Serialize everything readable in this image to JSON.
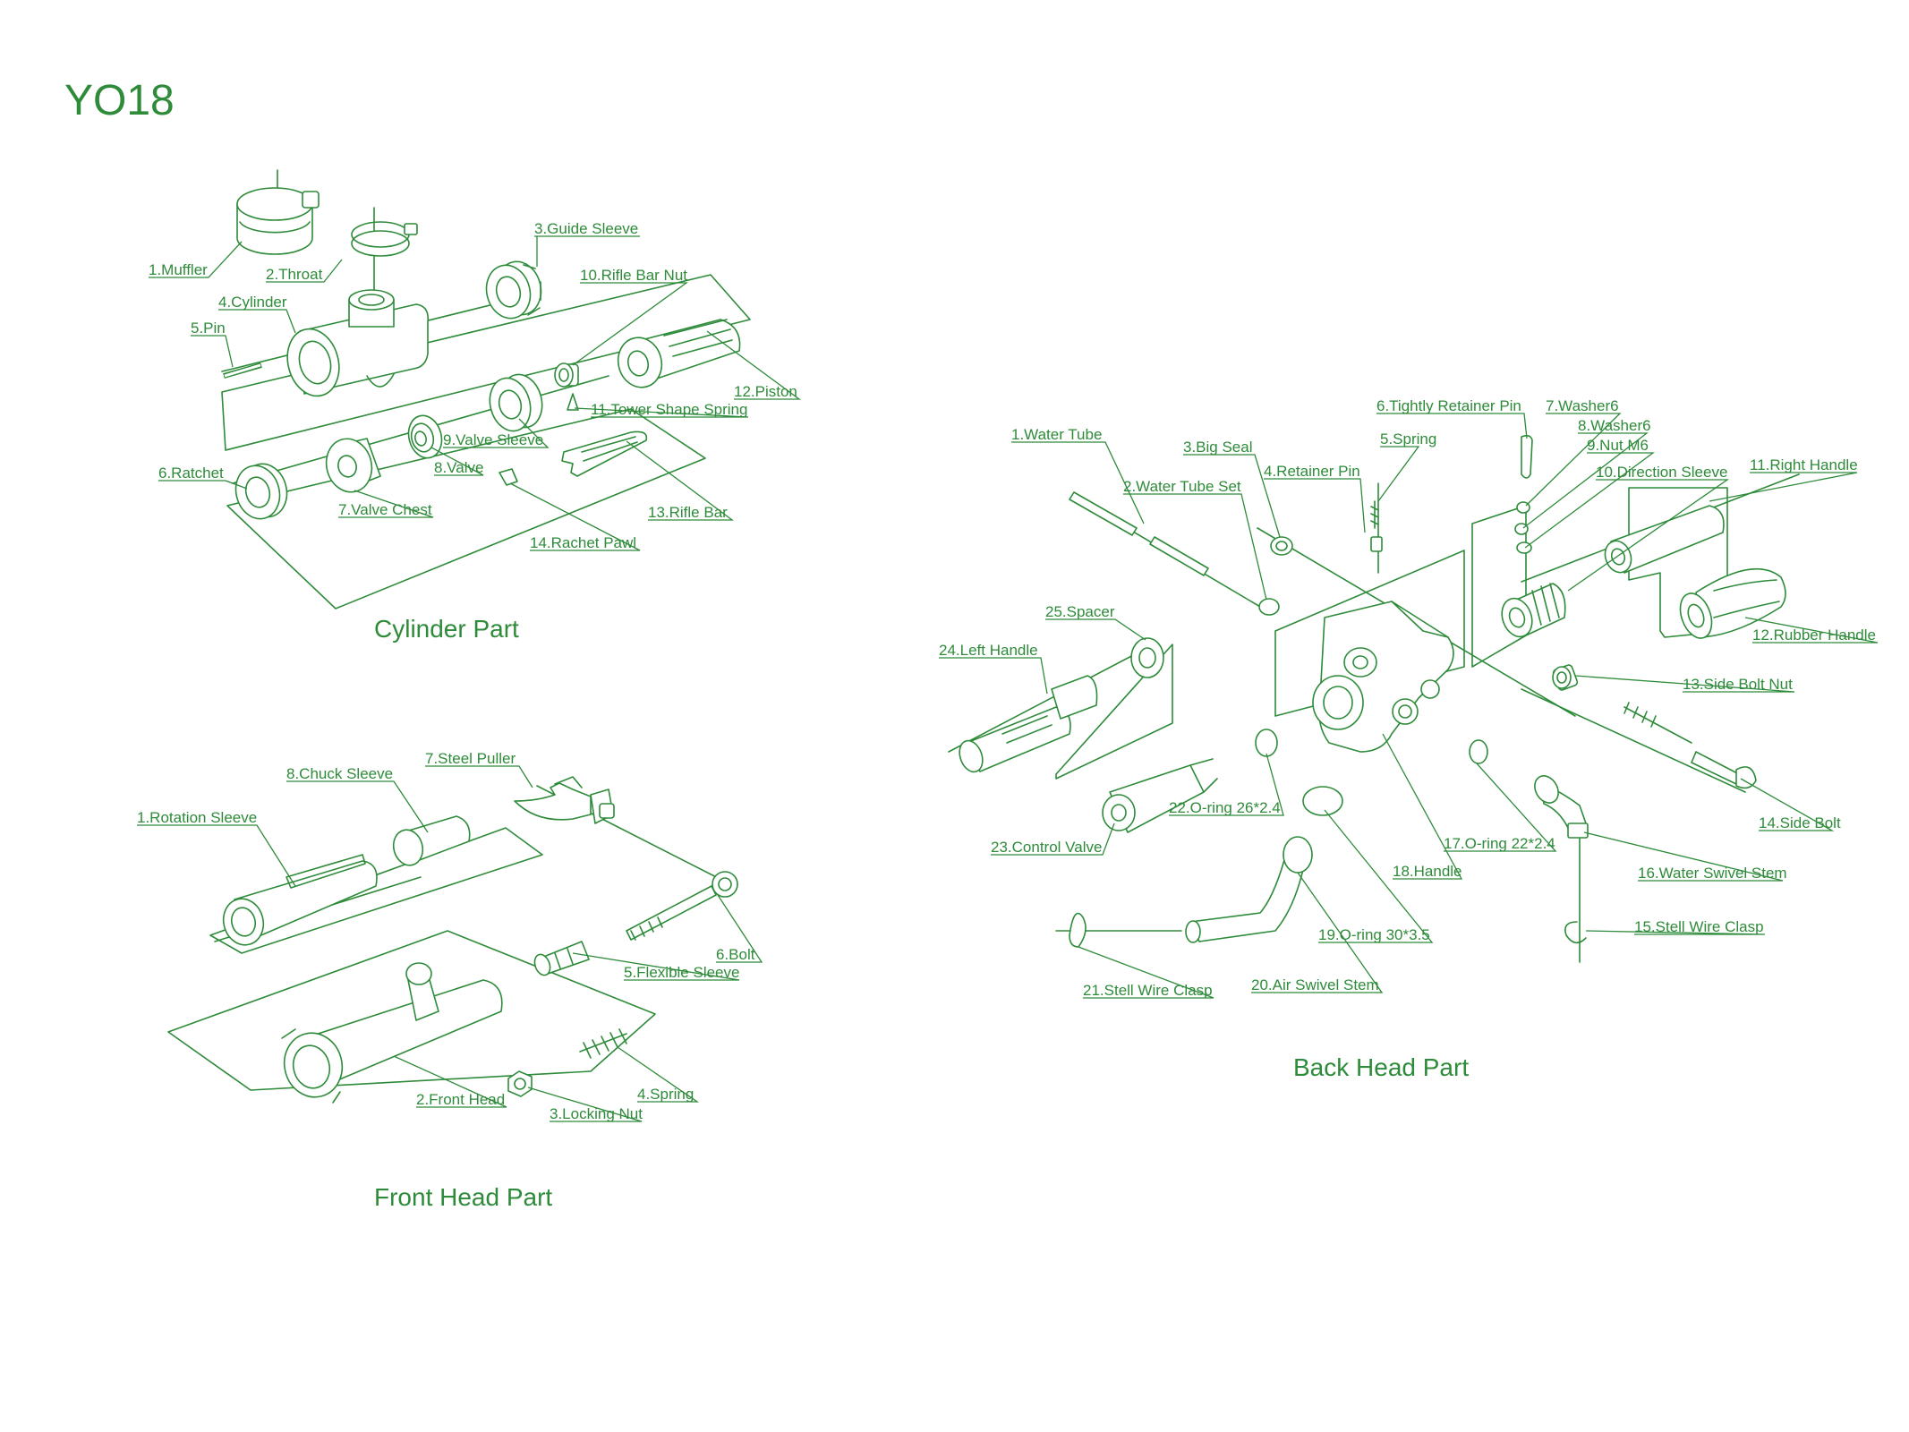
{
  "title": "YO18",
  "colors": {
    "line": "#2e8b3a",
    "background": "#ffffff"
  },
  "sections": {
    "cylinder": {
      "title": "Cylinder Part",
      "labels": [
        "1.Muffler",
        "2.Throat",
        "3.Guide Sleeve",
        "4.Cylinder",
        "5.Pin",
        "6.Ratchet",
        "7.Valve Chest",
        "8.Valve",
        "9.Valve Sleeve",
        "10.Rifle Bar Nut",
        "11.Tower Shape Spring",
        "12.Piston",
        "13.Rifle Bar",
        "14.Rachet Pawl"
      ]
    },
    "front_head": {
      "title": "Front Head Part",
      "labels": [
        "1.Rotation Sleeve",
        "2.Front Head",
        "3.Locking Nut",
        "4.Spring",
        "5.Flexible Sleeve",
        "6.Bolt",
        "7.Steel Puller",
        "8.Chuck Sleeve"
      ]
    },
    "back_head": {
      "title": "Back Head Part",
      "labels": [
        "1.Water Tube",
        "2.Water Tube Set",
        "3.Big Seal",
        "4.Retainer Pin",
        "5.Spring",
        "6.Tightly Retainer Pin",
        "7.Washer6",
        "8.Washer6",
        "9.Nut M6",
        "10.Direction Sleeve",
        "11.Right Handle",
        "12.Rubber Handle",
        "13.Side Bolt Nut",
        "14.Side Bolt",
        "15.Stell Wire Clasp",
        "16.Water Swivel Stem",
        "17.O-ring 22*2.4",
        "18.Handle",
        "19.O-ring 30*3.5",
        "20.Air Swivel Stem",
        "21.Stell Wire Clasp",
        "22.O-ring 26*2.4",
        "23.Control Valve",
        "24.Left Handle",
        "25.Spacer"
      ]
    }
  }
}
